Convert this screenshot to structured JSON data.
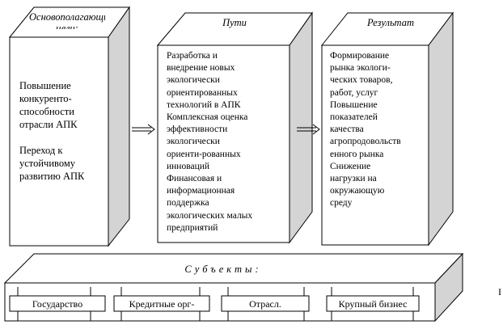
{
  "blocks": [
    {
      "header": "Основополагающие цели:",
      "lines": [
        "Повышение",
        "конкуренто-",
        "способности",
        "отрасли АПК",
        "",
        "Переход к",
        "устойчивому",
        "развитию АПК"
      ]
    },
    {
      "header": "Пути",
      "lines": [
        "Разработка и",
        "внедрение новых",
        "экологически",
        "ориентированных",
        "технологий в АПК",
        "Комплексная оценка",
        "эффективности",
        "экологически",
        "ориенти-рованных",
        "инноваций",
        "Финансовая и",
        "информационная",
        "поддержка",
        "экологических малых",
        "предприятий"
      ]
    },
    {
      "header": "Результат",
      "lines": [
        "Формирование",
        "рынка экологи-",
        "ческих товаров,",
        "работ, услуг",
        "Повышение",
        "показателей",
        "качества",
        "агропродовольств",
        "енного рынка",
        "Снижение",
        "нагрузки на",
        "окружающую",
        "среду"
      ]
    }
  ],
  "subjects": {
    "title": "Субъекты:",
    "items": [
      "Государство",
      "Кредитные орг-",
      "Отрасл.",
      "Крупный бизнес"
    ]
  },
  "side_mark": "I"
}
